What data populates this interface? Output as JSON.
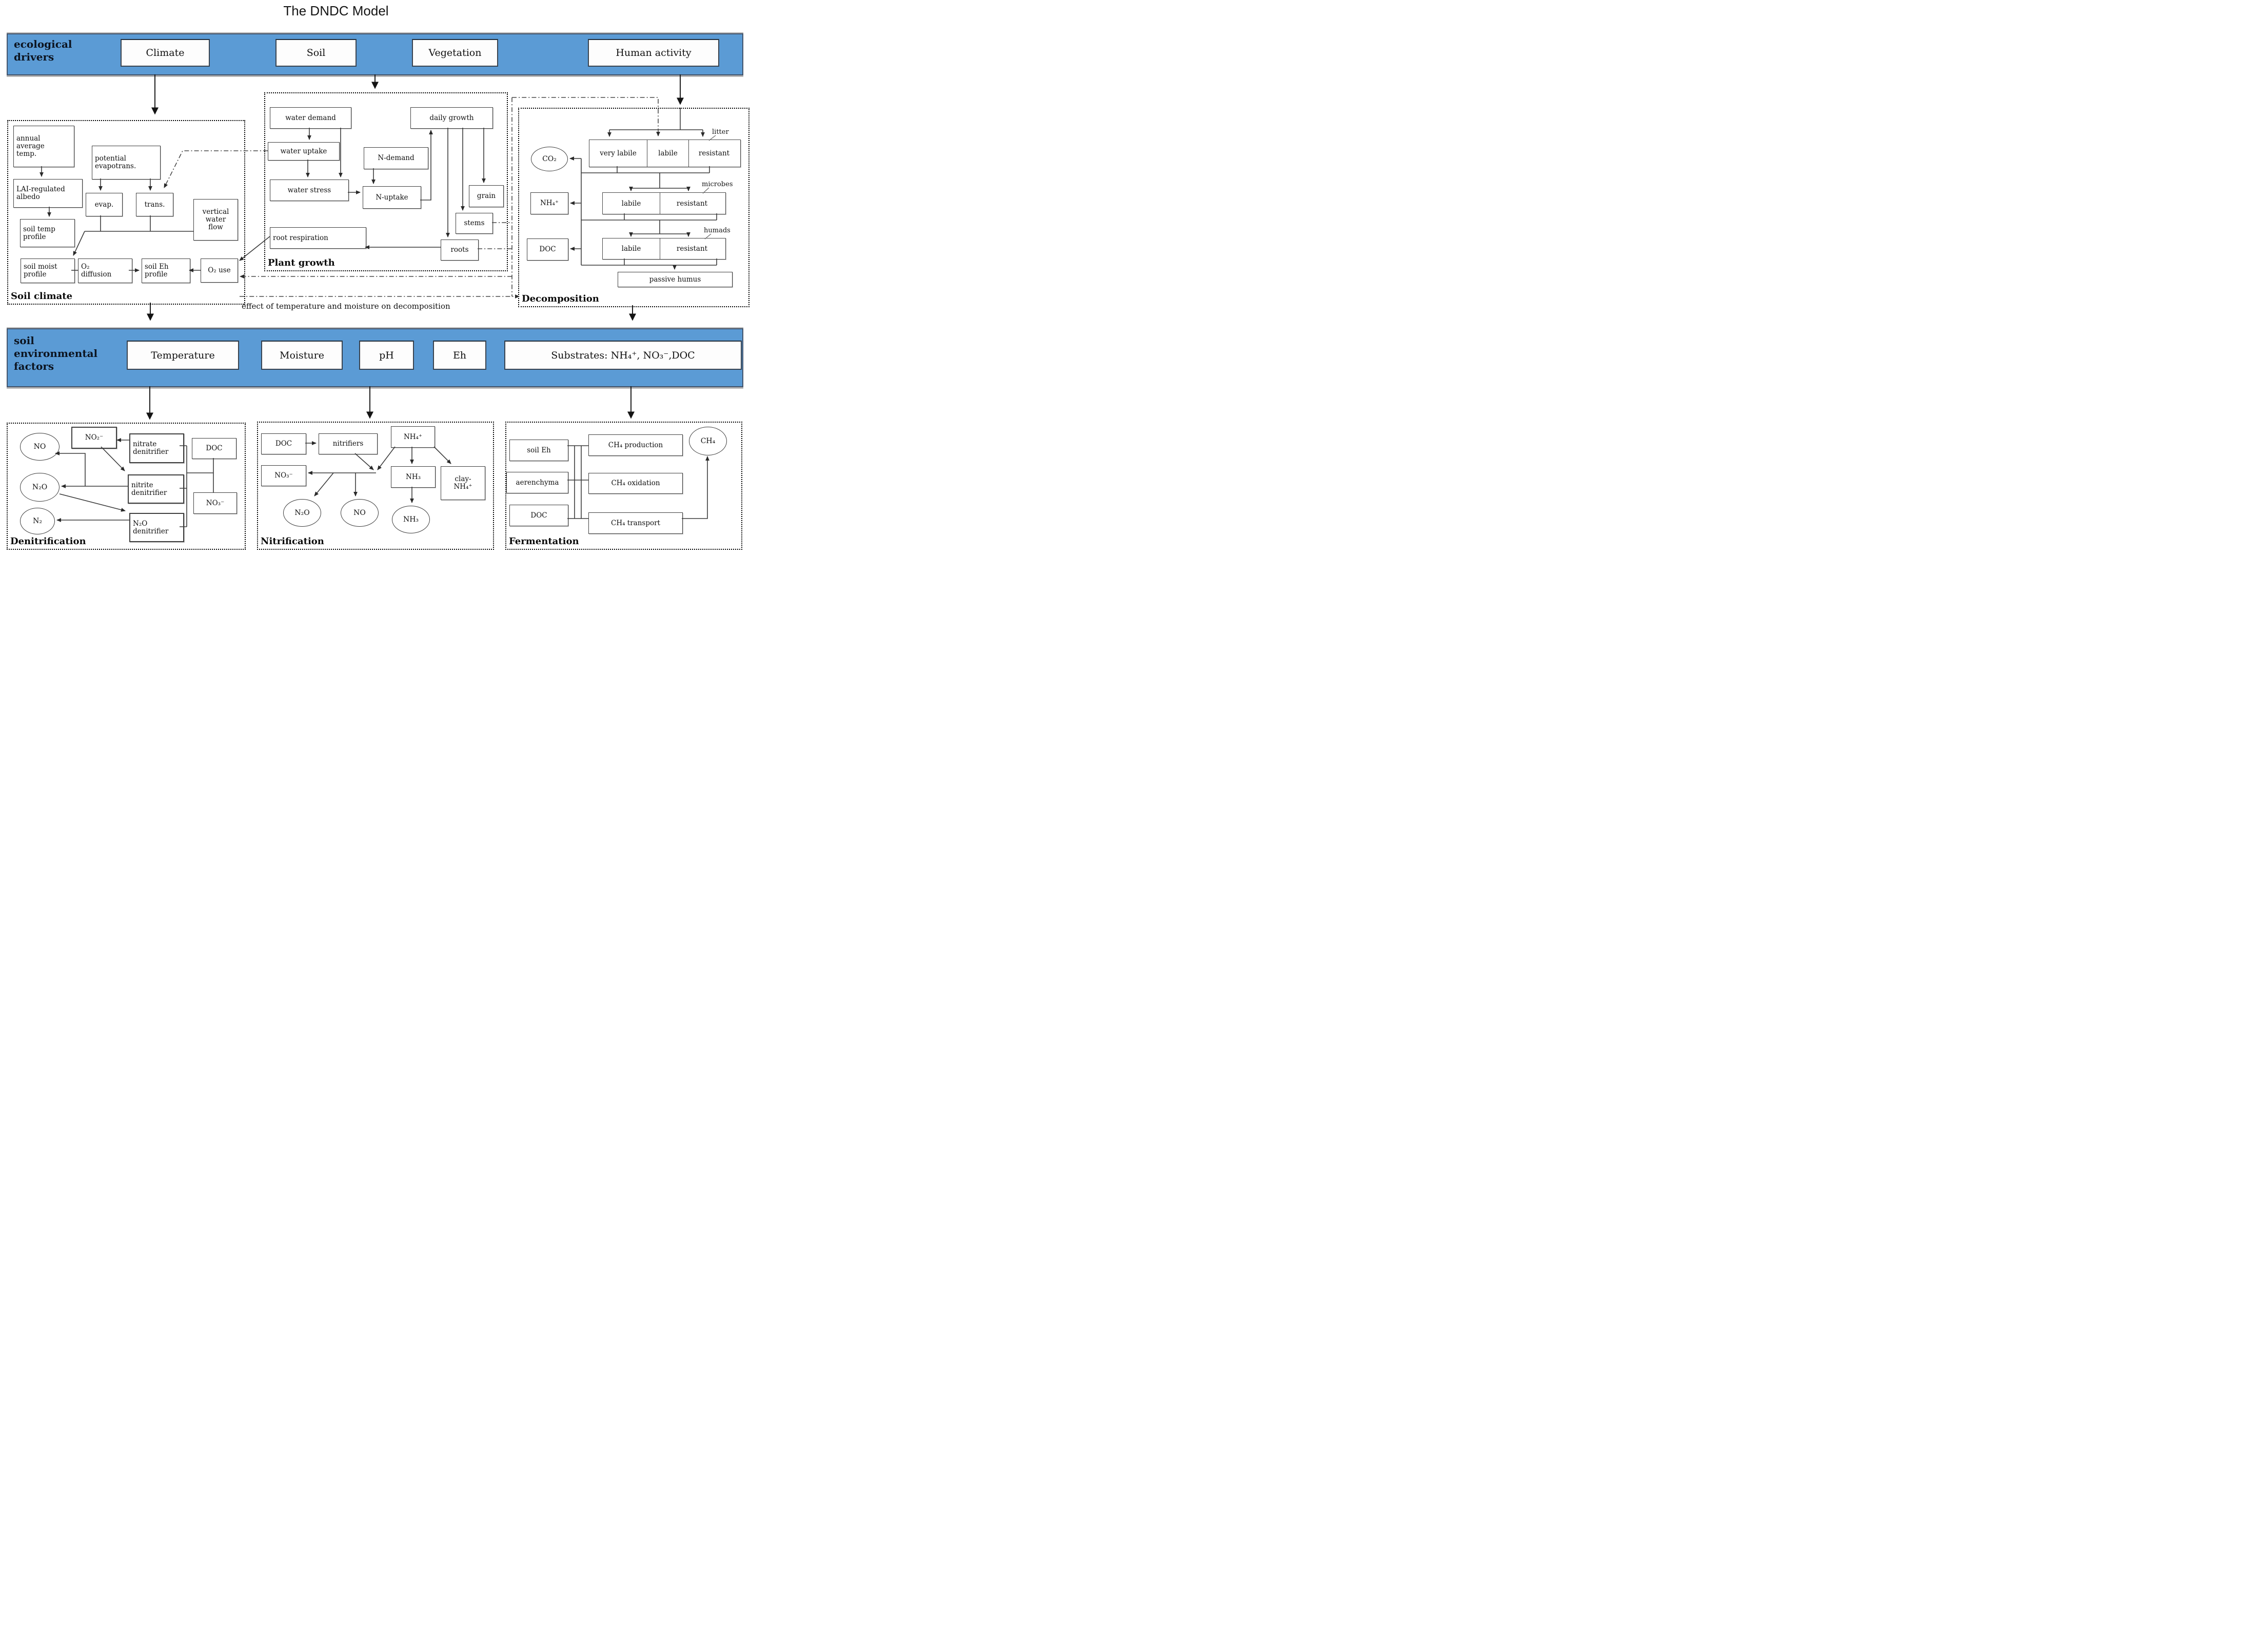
{
  "title": "The DNDC Model",
  "colors": {
    "bar_blue": "#5b9bd5",
    "bar_border": "#44546a",
    "line": "#3c3c3c"
  },
  "bars": {
    "ecological": {
      "label": "ecological\ndrivers",
      "items": {
        "climate": "Climate",
        "soil": "Soil",
        "vegetation": "Vegetation",
        "human_activity": "Human activity"
      }
    },
    "soil_env": {
      "label": "soil\nenvironmental\nfactors",
      "items": {
        "temperature": "Temperature",
        "moisture": "Moisture",
        "ph": "pH",
        "eh": "Eh",
        "substrates": "Substrates: NH₄⁺, NO₃⁻,DOC"
      }
    }
  },
  "annotations": {
    "effect_note": "effect of temperature and moisture on decomposition"
  },
  "sections": {
    "soil_climate": {
      "label": "Soil climate",
      "nodes": {
        "annual_avg_temp": "annual\naverage\ntemp.",
        "potential_evapotrans": "potential\nevapotrans.",
        "lai_albedo": "LAI-regulated\nalbedo",
        "evap": "evap.",
        "trans": "trans.",
        "vertical_water_flow": "vertical\nwater\nflow",
        "soil_temp_profile": "soil temp\nprofile",
        "soil_moist_profile": "soil moist\nprofile",
        "o2_diffusion": "O₂\ndiffusion",
        "soil_eh_profile": "soil Eh\nprofile",
        "o2_use": "O₂  use"
      }
    },
    "plant_growth": {
      "label": "Plant growth",
      "nodes": {
        "water_demand": "water demand",
        "water_uptake": "water uptake",
        "water_stress": "water stress",
        "n_demand": "N-demand",
        "n_uptake": "N-uptake",
        "daily_growth": "daily growth",
        "grain": "grain",
        "stems": "stems",
        "roots": "roots",
        "root_respiration": "root respiration"
      }
    },
    "decomposition": {
      "label": "Decomposition",
      "pools": {
        "litter": {
          "label": "litter",
          "cells": [
            "very labile",
            "labile",
            "resistant"
          ]
        },
        "microbes": {
          "label": "microbes",
          "cells": [
            "labile",
            "resistant"
          ]
        },
        "humads": {
          "label": "humads",
          "cells": [
            "labile",
            "resistant"
          ]
        }
      },
      "nodes": {
        "co2": "CO₂",
        "nh4": "NH₄⁺",
        "doc": "DOC",
        "passive_humus": "passive humus"
      }
    },
    "denitrification": {
      "label": "Denitrification",
      "nodes": {
        "no": "NO",
        "n2o": "N₂O",
        "n2": "N₂",
        "no2": "NO₂⁻",
        "nitrate_denitrifier": "nitrate\ndenitrifier",
        "nitrite_denitrifier": "nitrite\ndenitrifier",
        "n2o_denitrifier": "N₂O\ndenitrifier",
        "doc": "DOC",
        "no3": "NO₃⁻"
      }
    },
    "nitrification": {
      "label": "Nitrification",
      "nodes": {
        "doc": "DOC",
        "nitrifiers": "nitrifiers",
        "nh4": "NH₄⁺",
        "no3": "NO₃⁻",
        "nh3_box": "NH₃",
        "clay_nh4": "clay-\nNH₄⁺",
        "n2o": "N₂O",
        "no": "NO",
        "nh3": "NH₃"
      }
    },
    "fermentation": {
      "label": "Fermentation",
      "nodes": {
        "soil_eh": "soil Eh",
        "aerenchyma": "aerenchyma",
        "doc": "DOC",
        "ch4_production": "CH₄ production",
        "ch4_oxidation": "CH₄ oxidation",
        "ch4_transport": "CH₄ transport",
        "ch4": "CH₄"
      }
    }
  }
}
